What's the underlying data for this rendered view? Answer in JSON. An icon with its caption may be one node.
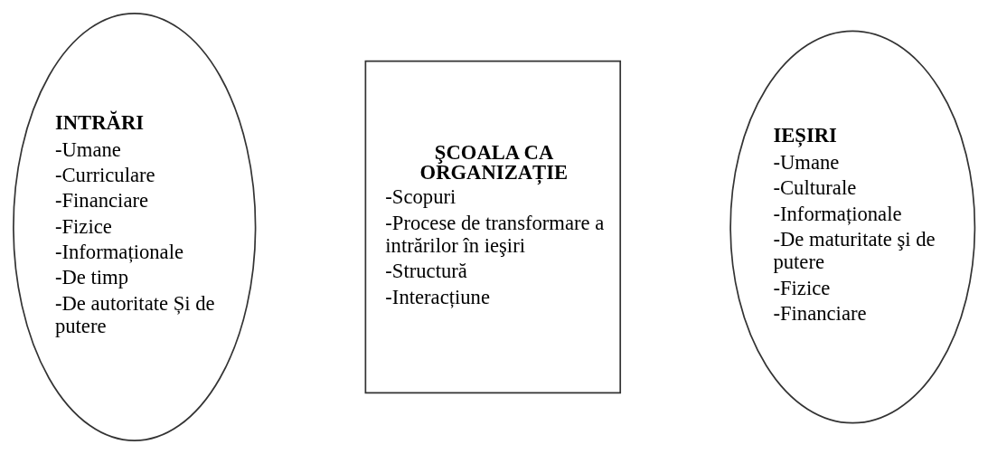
{
  "diagram": {
    "nodes": [
      {
        "text": [
          "INTRĂRI",
          "-Umane",
          "-Curriculare",
          "-Financiare",
          "-Fizice",
          "-Informaționale",
          "-De timp",
          "-De autoritate Și de putere"
        ]
      },
      {
        "text": [
          "ŞCOALA CA ORGANIZAȚIE",
          "-Scopuri",
          "-Procese de transformare a intrărilor în ieşiri",
          "-Structură",
          "-Interacțiune"
        ]
      },
      {
        "text": [
          "IEȘIRI",
          "-Umane",
          "-Culturale",
          "-Informaționale",
          "-De maturitate şi de putere",
          "-Fizice",
          "-Financiare"
        ]
      }
    ]
  }
}
